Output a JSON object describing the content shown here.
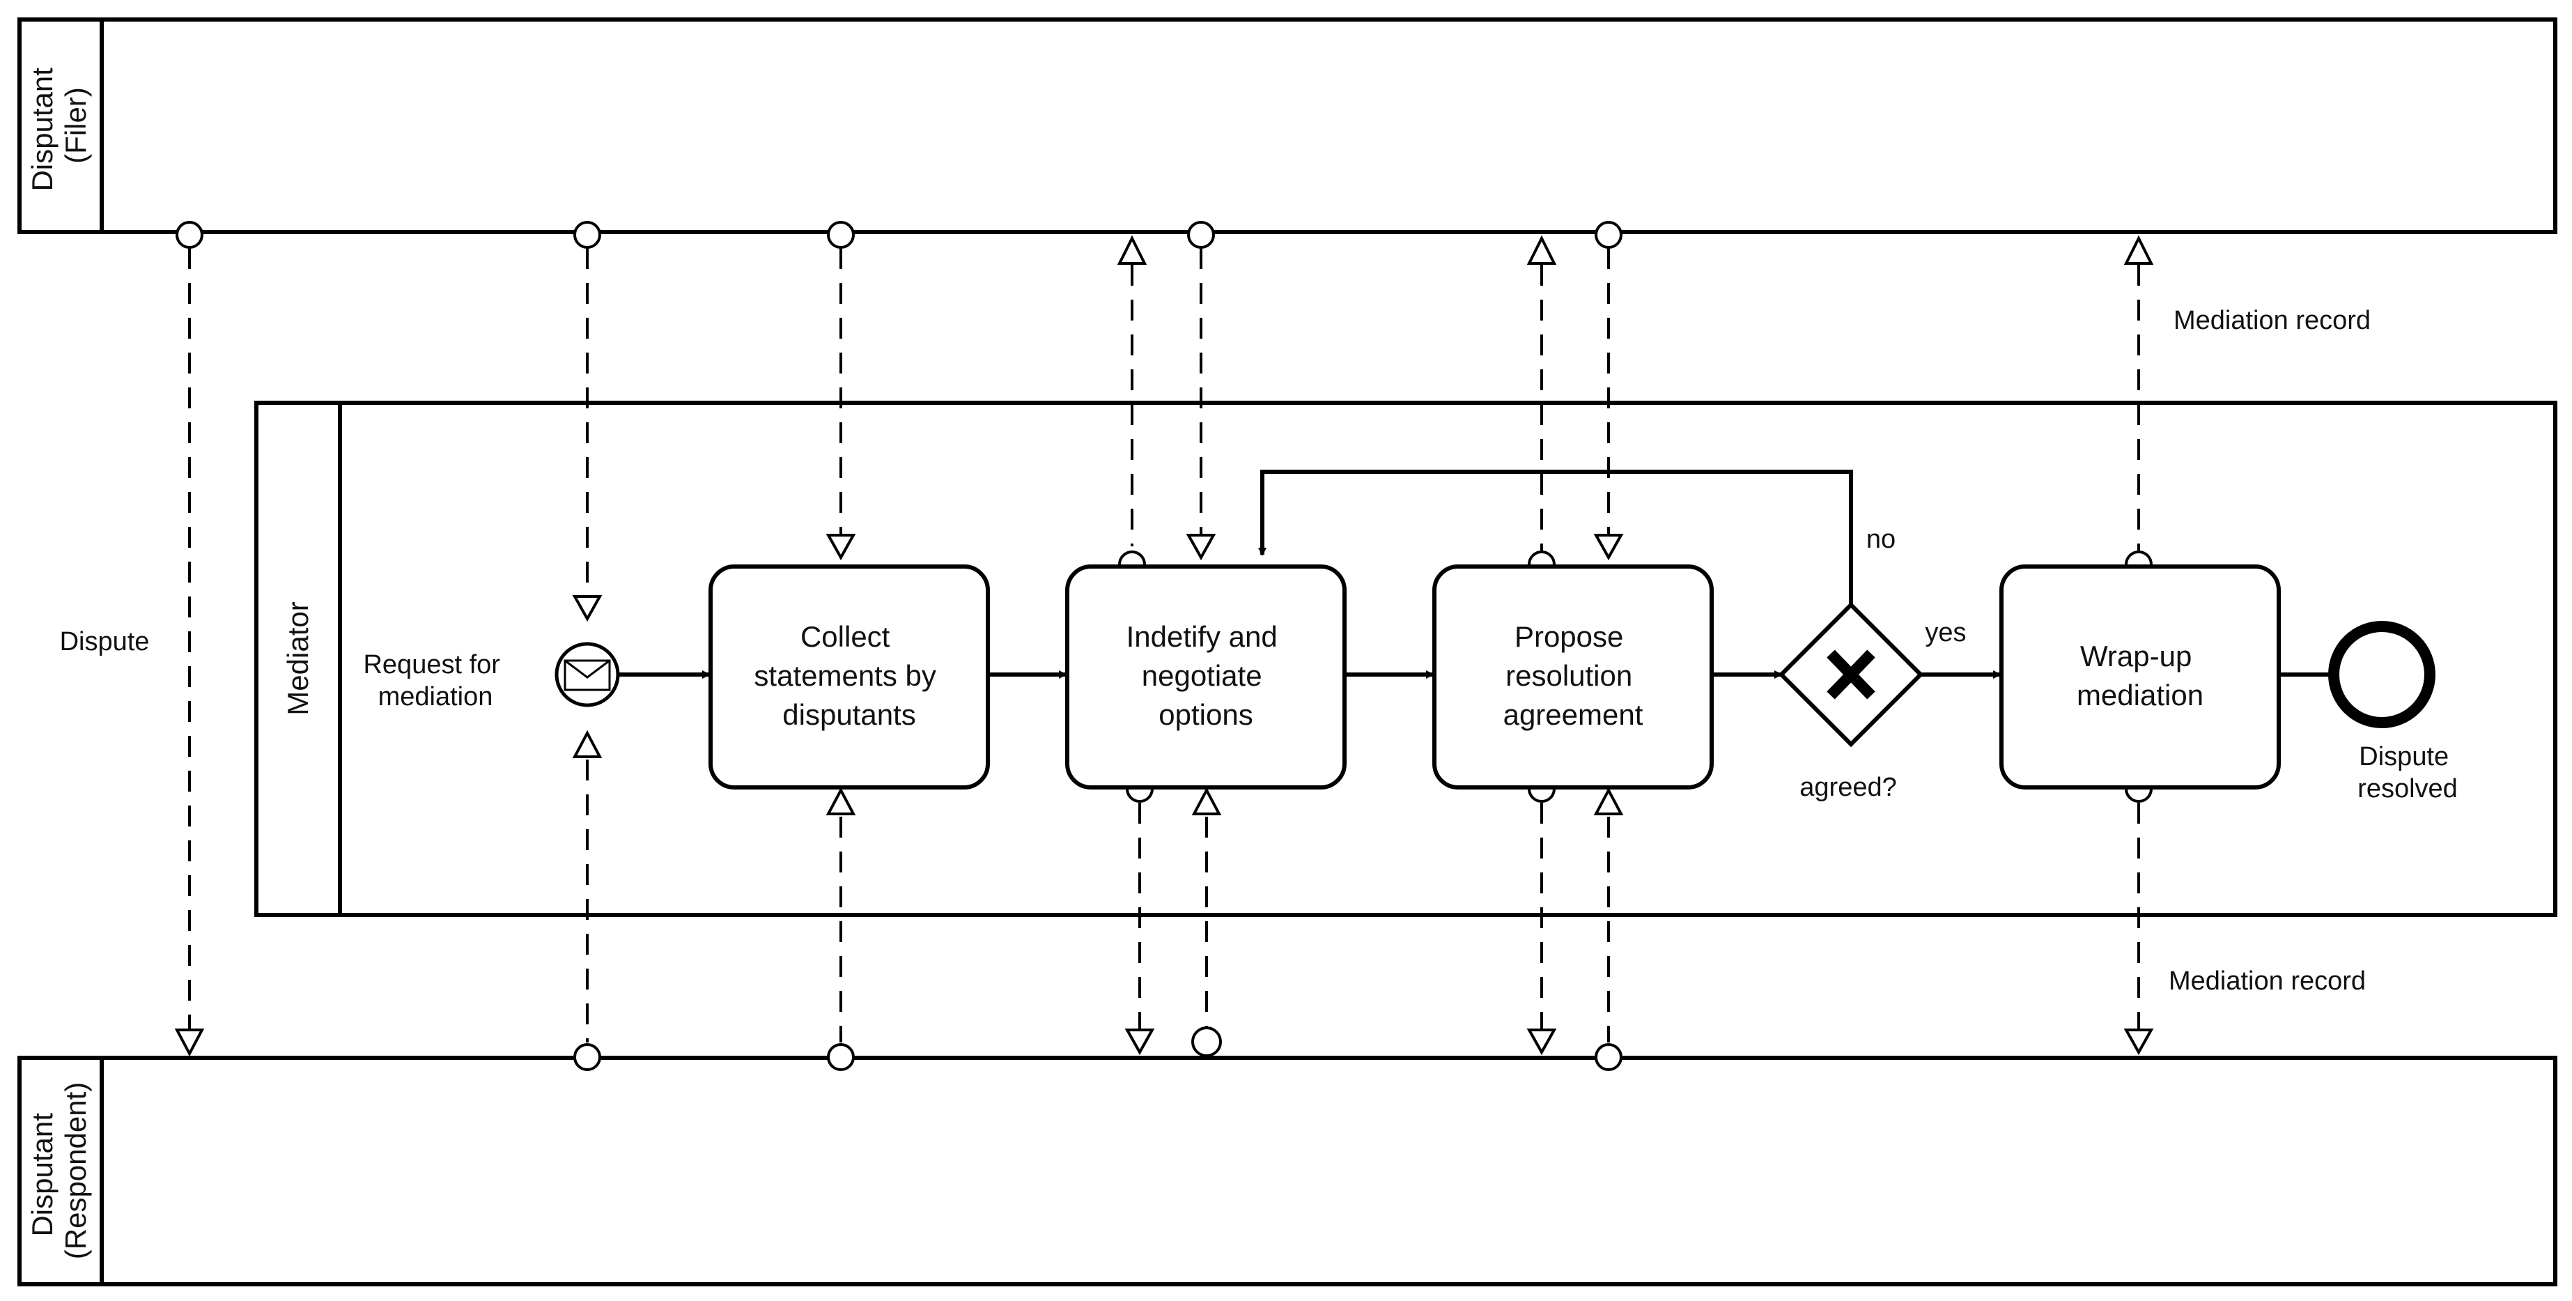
{
  "pools": {
    "filer": [
      "Disputant",
      "(Filer)"
    ],
    "mediator": "Mediator",
    "respondent": [
      "Disputant",
      "(Respondent)"
    ]
  },
  "tasks": {
    "collect": [
      "Collect",
      "statements by",
      "disputants"
    ],
    "identify": [
      "Indetify and",
      "negotiate",
      "options"
    ],
    "propose": [
      "Propose",
      "resolution",
      "agreement"
    ],
    "wrapup": [
      "Wrap-up",
      "mediation"
    ]
  },
  "events": {
    "start": [
      "Request for",
      "mediation"
    ],
    "end": [
      "Dispute",
      "resolved"
    ]
  },
  "gateway": {
    "label": "agreed?",
    "yes": "yes",
    "no": "no"
  },
  "messages": {
    "dispute": "Dispute",
    "record_top": "Mediation record",
    "record_bottom": "Mediation record"
  },
  "colors": {
    "stroke": "#000000",
    "fill": "#ffffff"
  }
}
